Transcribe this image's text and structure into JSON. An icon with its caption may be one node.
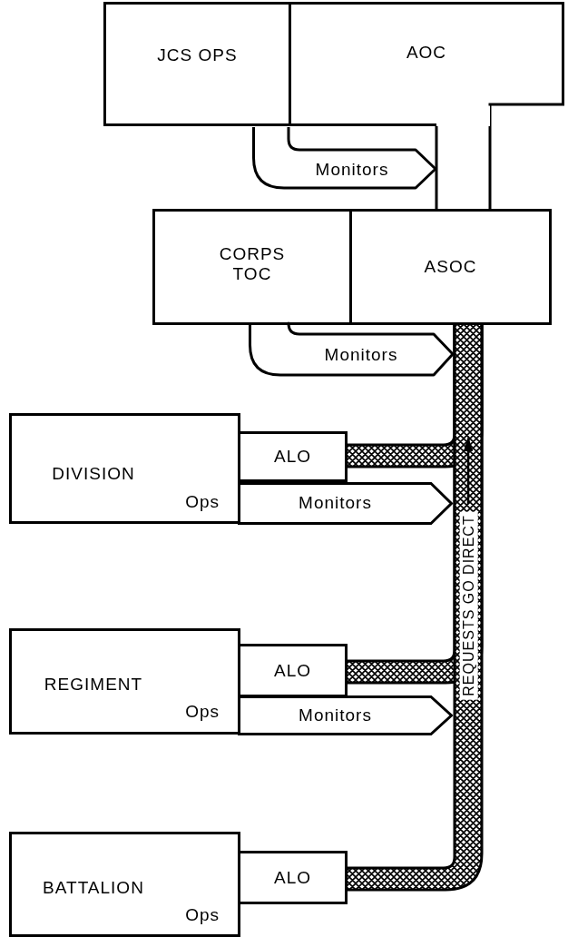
{
  "diagram": {
    "nodes": [
      {
        "text": [
          "JCS OPS"
        ]
      },
      {
        "text": [
          "AOC"
        ]
      },
      {
        "text": [
          "Monitors"
        ]
      },
      {
        "text": [
          "CORPS TOC"
        ]
      },
      {
        "text": [
          "ASOC"
        ]
      },
      {
        "text": [
          "Monitors"
        ]
      },
      {
        "text": [
          "DIVISION",
          "Ops"
        ]
      },
      {
        "text": [
          "ALO"
        ]
      },
      {
        "text": [
          "Monitors"
        ]
      },
      {
        "text": [
          "REGIMENT",
          "Ops"
        ]
      },
      {
        "text": [
          "ALO"
        ]
      },
      {
        "text": [
          "Monitors"
        ]
      },
      {
        "text": [
          "BATTALION",
          "Ops"
        ]
      },
      {
        "text": [
          "ALO"
        ]
      }
    ],
    "edges": [
      {
        "from": 1,
        "to": 4,
        "arrow": "none"
      },
      {
        "from": 1,
        "to": 4,
        "arrow": "none"
      },
      {
        "from": 7,
        "to": 4,
        "arrow": "none",
        "style": "thick"
      },
      {
        "from": 10,
        "to": 4,
        "arrow": "none",
        "style": "thick"
      },
      {
        "from": 13,
        "to": 4,
        "arrow": "none",
        "style": "thick"
      }
    ],
    "labels": [
      "REQUESTS GO DIRECT"
    ]
  }
}
